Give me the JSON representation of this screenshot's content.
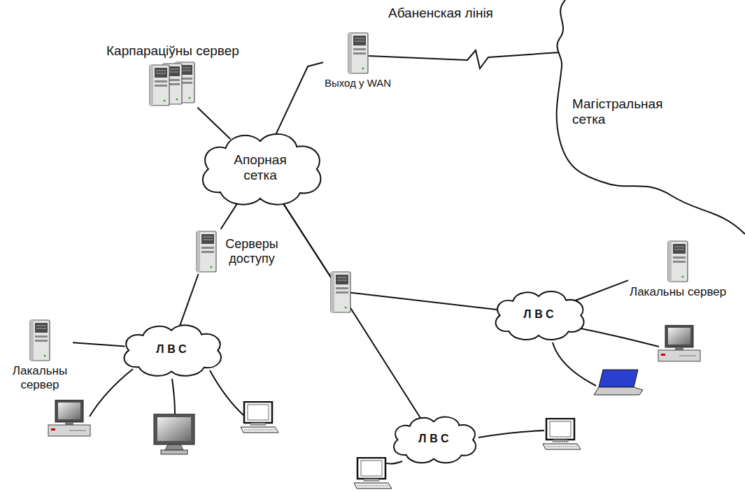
{
  "diagram": {
    "nodes": [
      {
        "text": [
          "Карпараціўны сервер"
        ]
      },
      {
        "text": [
          "Выход у WAN"
        ]
      },
      {
        "text": [
          "Апорная сетка"
        ]
      },
      {
        "text": [
          "Серверы доступу"
        ]
      },
      {
        "text": [
          "Лакальны сервер"
        ]
      },
      {
        "text": [
          "ЛВС"
        ]
      },
      {
        "text": [
          "ЛВС"
        ]
      },
      {
        "text": [
          "ЛВС"
        ]
      },
      {
        "text": [
          "Лакальны сервер"
        ]
      }
    ],
    "edges": [
      {
        "from": 0,
        "to": 2,
        "arrow": "none"
      },
      {
        "from": 2,
        "to": 1,
        "arrow": "none"
      },
      {
        "from": 2,
        "to": 3,
        "arrow": "none"
      },
      {
        "from": 3,
        "to": 5,
        "arrow": "none"
      },
      {
        "from": 5,
        "to": 4,
        "arrow": "none"
      },
      {
        "from": 2,
        "to": 7,
        "arrow": "none"
      },
      {
        "from": 7,
        "to": 8,
        "arrow": "none"
      },
      {
        "from": 2,
        "to": 6,
        "arrow": "none"
      }
    ],
    "labels": [
      "Абаненская лінія",
      "Магістральная сетка"
    ]
  }
}
